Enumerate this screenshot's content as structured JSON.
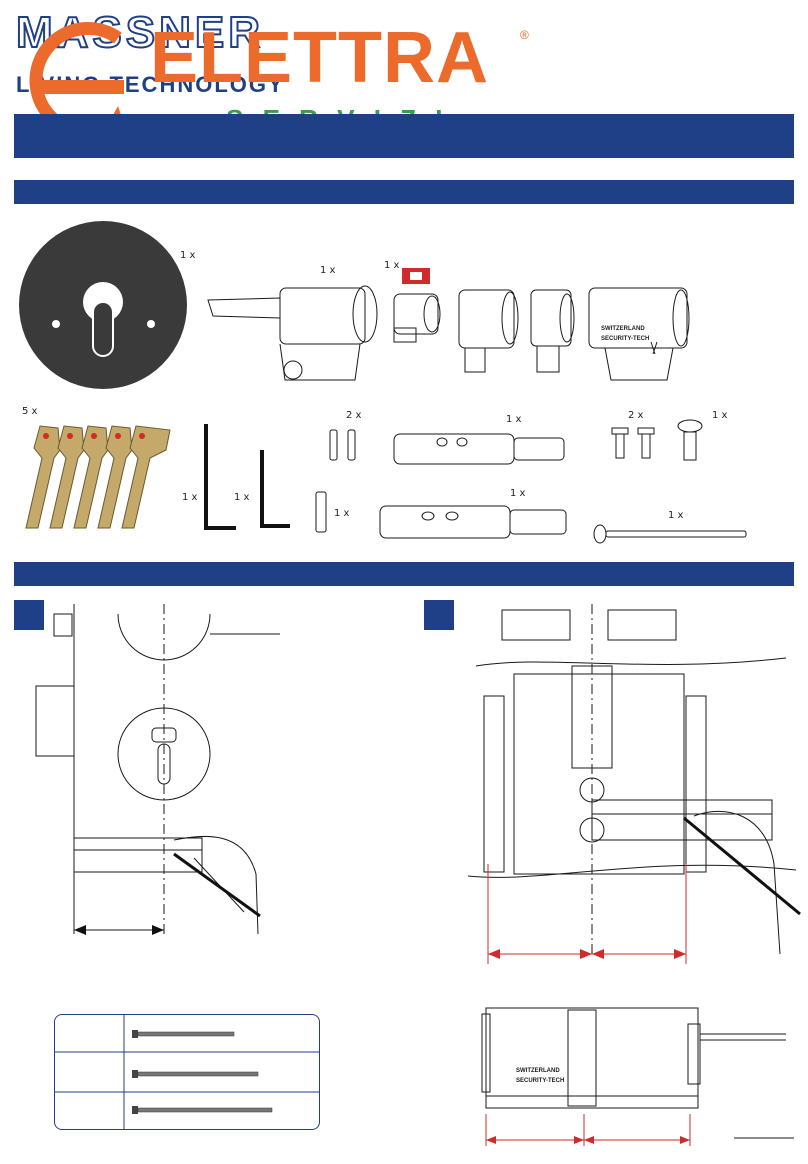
{
  "header": {
    "brand_left_line1": "MASSNER",
    "brand_left_line2": "LIVING TECHNOLOGY",
    "overlay_brand": "ELETTRA",
    "overlay_sub": "S E R V I Z I",
    "registered": "®"
  },
  "parts": {
    "rosette_qty": "1 x",
    "cylinder_qty": "1 x",
    "cam_qty": "1 x",
    "keys_qty": "5 x",
    "hex_key_1_qty": "1 x",
    "hex_key_2_qty": "1 x",
    "set_screws_qty": "2 x",
    "long_set_screw_qty": "1 x",
    "extension_1_qty": "1 x",
    "extension_2_qty": "1 x",
    "countersunk_screws_qty": "2 x",
    "single_screw_qty": "1 x",
    "long_screw_qty": "1 x"
  },
  "cylinder_marks": {
    "line1": "SWITZERLAND",
    "line2": "SECURITY-TECH"
  },
  "colors": {
    "band": "#1f3f86",
    "accent_orange": "#ec6a2c",
    "accent_green": "#3aa047",
    "accent_red": "#d02a2a"
  }
}
